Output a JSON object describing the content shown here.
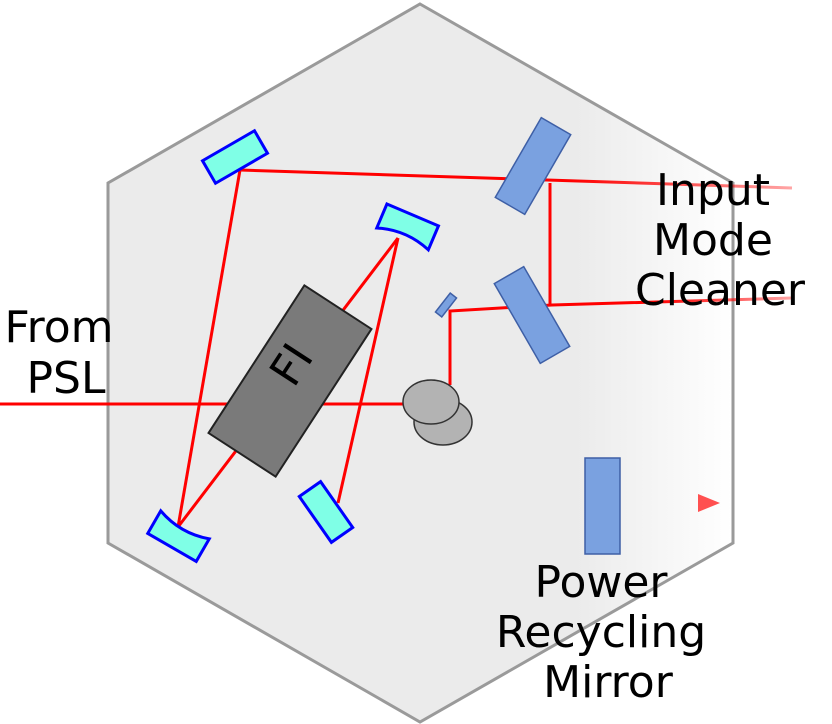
{
  "labels": {
    "from_psl": [
      "From",
      "PSL"
    ],
    "input_mode_cleaner": [
      "Input",
      "Mode",
      "Cleaner"
    ],
    "power_recycling_mirror": [
      "Power",
      "Recycling",
      "Mirror"
    ],
    "faraday_isolator": "FI"
  },
  "colors": {
    "beam": "#ff0000",
    "table_fill": "#ebebeb",
    "table_stroke": "#999999",
    "mirror_fill": "#7fffe6",
    "mirror_stroke": "#0000ff",
    "optic_fill": "#7aa1e0",
    "optic_stroke": "#3e5fa6",
    "isolator_fill": "#7a7a7a",
    "periscope_fill": "#b3b3b3"
  }
}
